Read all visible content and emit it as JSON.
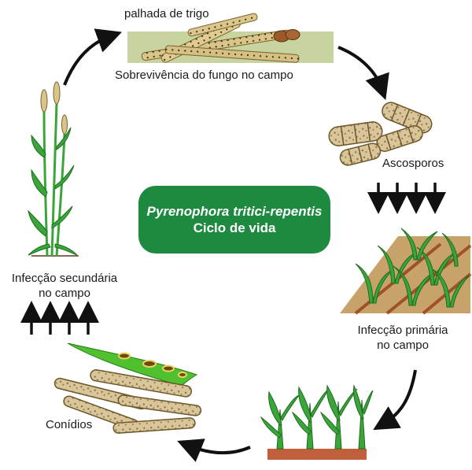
{
  "center": {
    "species": "Pyrenophora tritici-repentis",
    "subtitle": "Ciclo de vida"
  },
  "stages": {
    "straw": "palhada de trigo",
    "survival": "Sobrevivência do fungo no campo",
    "ascospores": "Ascosporos",
    "primary_infection_line1": "Infecção primária",
    "primary_infection_line2": "no campo",
    "conidia": "Conídios",
    "secondary_infection_line1": "Infecção secundária",
    "secondary_infection_line2": "no campo"
  },
  "colors": {
    "center_box": "#1e8a3f",
    "leaf_green": "#3aa63a",
    "soil": "#c0603a",
    "straw": "#d9c48a",
    "arrow": "#111111"
  }
}
